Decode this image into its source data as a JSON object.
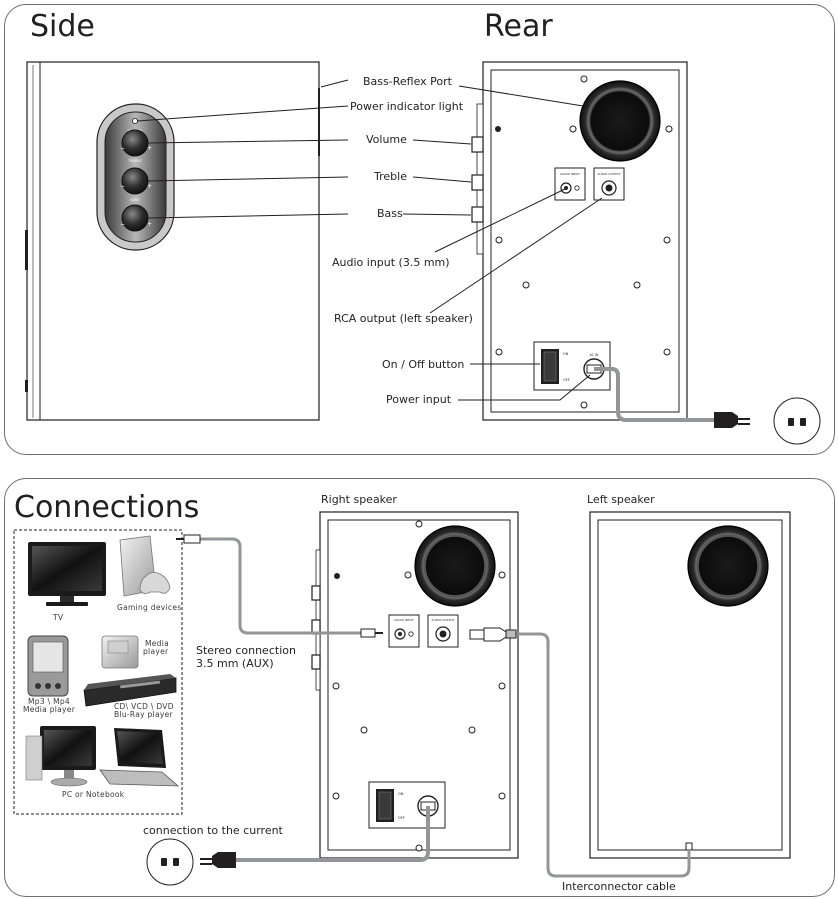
{
  "sections": {
    "side": "Side",
    "rear": "Rear",
    "connections": "Connections"
  },
  "side_labels": {
    "bass_reflex": "Bass-Reflex Port",
    "power_light": "Power indicator light",
    "volume": "Volume",
    "treble": "Treble",
    "bass": "Bass",
    "audio_input": "Audio input (3.5 mm)",
    "rca_output": "RCA output (left speaker)",
    "on_off": "On / Off button",
    "power_input": "Power input"
  },
  "connections": {
    "right_speaker": "Right speaker",
    "left_speaker": "Left speaker",
    "stereo_line1": "Stereo connection",
    "stereo_line2": "3.5 mm (AUX)",
    "current": "connection to the current",
    "interconnector": "Interconnector cable"
  },
  "devices": {
    "tv": "TV",
    "gaming": "Gaming devices",
    "media_player_1": "Media",
    "media_player_2": "player",
    "mp3_1": "Mp3 \\ Mp4",
    "mp3_2": "Media player",
    "cd_1": "CD\\  VCD \\ DVD",
    "cd_2": "Blu-Ray player",
    "pc": "PC or Notebook"
  },
  "colors": {
    "line": "#231f20",
    "cable": "#939598",
    "panel_border": "#6d6e71"
  }
}
